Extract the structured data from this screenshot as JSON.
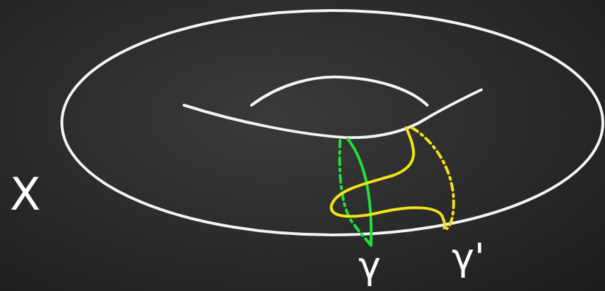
{
  "diagram": {
    "labels": [
      "X",
      "γ",
      "γ'"
    ]
  }
}
